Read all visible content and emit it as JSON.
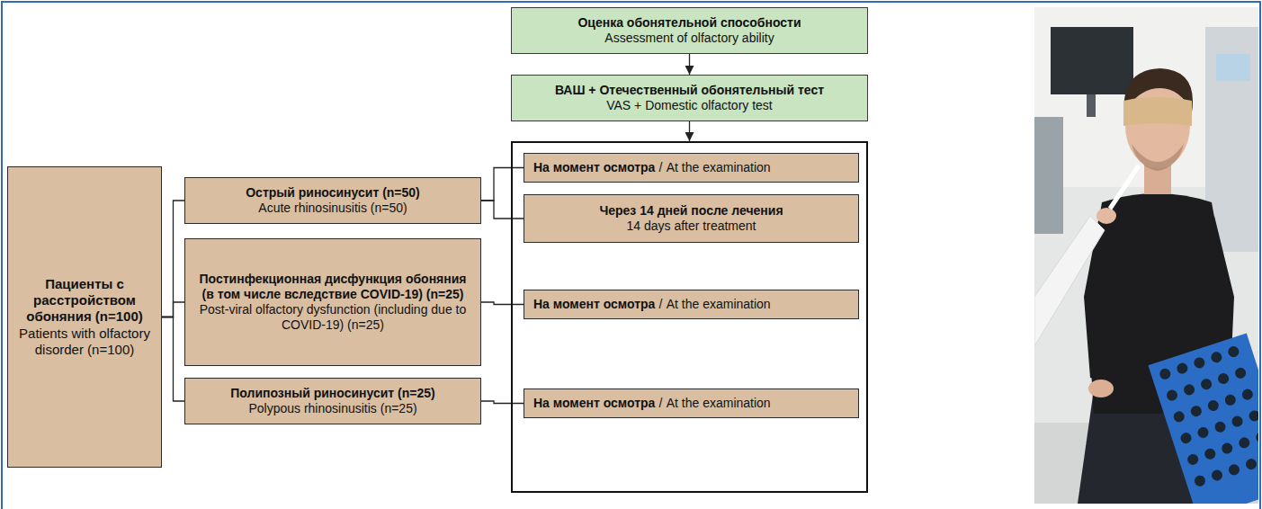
{
  "diagram": {
    "nodes": [
      {
        "text": [
          "Оценка обонятельной способности",
          "Assessment of olfactory ability"
        ]
      },
      {
        "text": [
          "ВАШ + Отечественный обонятельный тест",
          "VAS + Domestic olfactory test"
        ]
      },
      {
        "text": [
          "Пациенты с расстройством обоняния (n=100)",
          "Patients with olfactory disorder (n=100)"
        ]
      },
      {
        "text": [
          "Острый риносинусит (n=50)",
          "Acute rhinosinusitis (n=50)"
        ]
      },
      {
        "text": [
          "Постинфекционная дисфункция обоняния (в том числе вследствие COVID-19) (n=25)",
          "Post-viral olfactory dysfunction (including due to COVID-19) (n=25)"
        ]
      },
      {
        "text": [
          "Полипозный риносинусит (n=25)",
          "Polypous rhinosinusitis (n=25)"
        ]
      },
      {
        "text": []
      },
      {
        "text": [
          "На момент осмотра",
          "/",
          "At the examination"
        ],
        "in": 6
      },
      {
        "text": [
          "Через 14 дней после лечения",
          "14 days after treatment"
        ],
        "in": 6
      },
      {
        "text": [
          "На момент осмотра",
          "/",
          "At the examination"
        ],
        "in": 6
      },
      {
        "text": [
          "На момент осмотра",
          "/",
          "At the examination"
        ],
        "in": 6
      }
    ],
    "edges": [
      {
        "from": 0,
        "to": 1,
        "arrow": "to"
      },
      {
        "from": 1,
        "to": 6,
        "arrow": "to"
      },
      {
        "from": 2,
        "to": 3,
        "arrow": "none"
      },
      {
        "from": 2,
        "to": 4,
        "arrow": "none"
      },
      {
        "from": 2,
        "to": 5,
        "arrow": "none"
      },
      {
        "from": 3,
        "to": 7,
        "arrow": "none"
      },
      {
        "from": 3,
        "to": 8,
        "arrow": "none"
      },
      {
        "from": 4,
        "to": 9,
        "arrow": "none"
      },
      {
        "from": 5,
        "to": 10,
        "arrow": "none"
      }
    ]
  }
}
